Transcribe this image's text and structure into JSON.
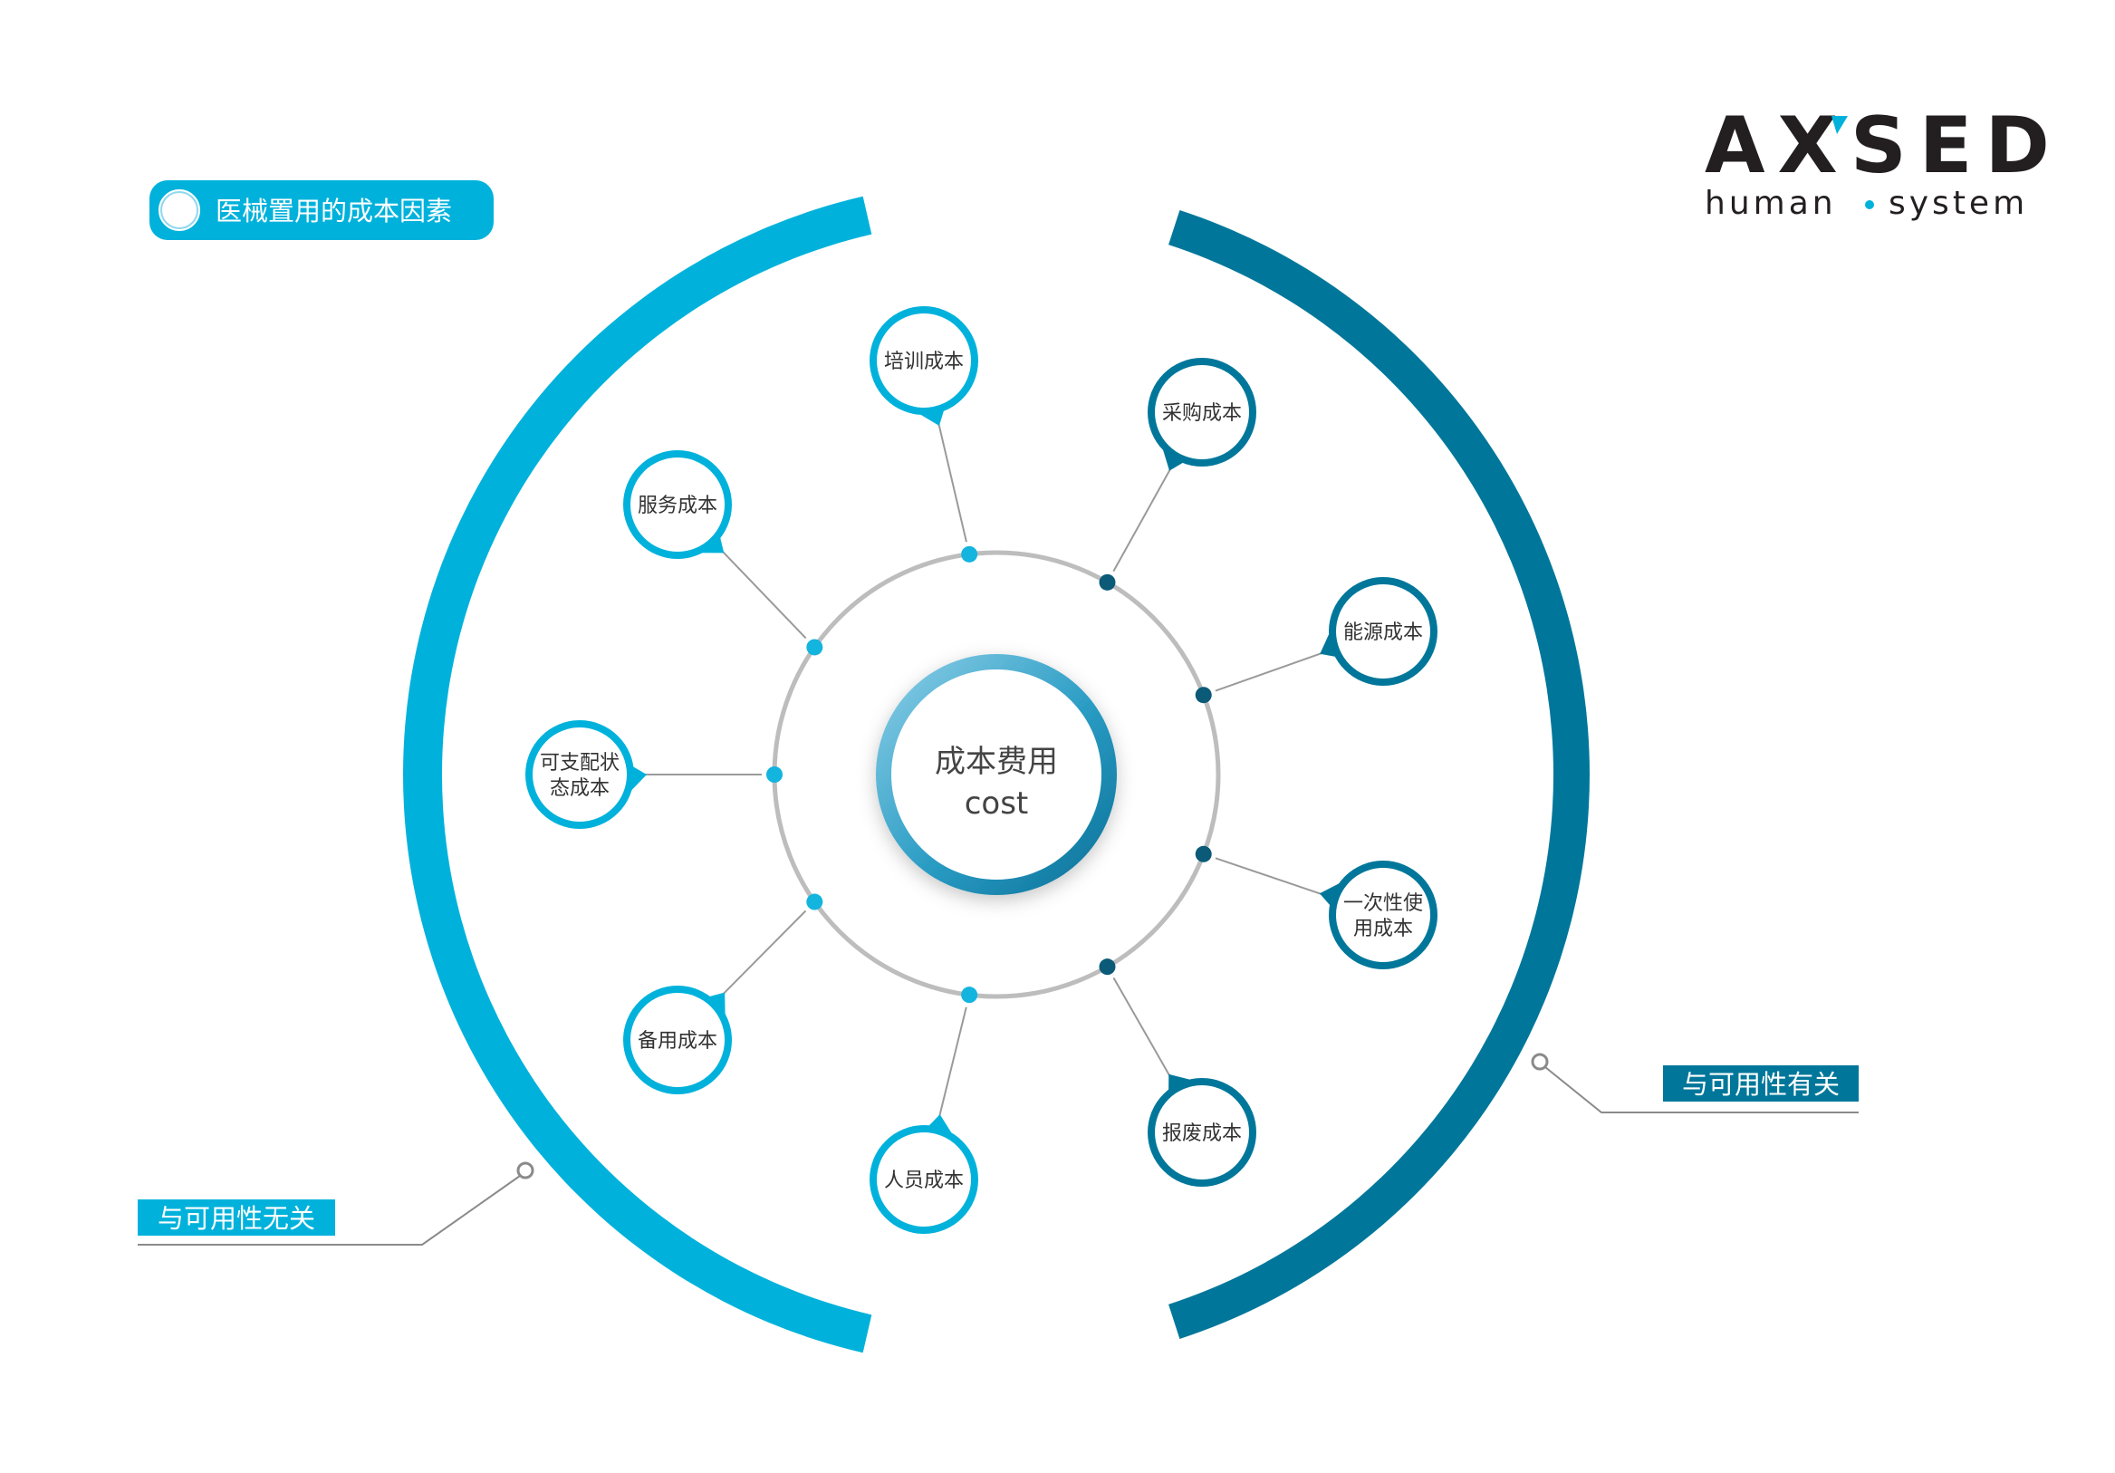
{
  "colors": {
    "light_blue": "#00b2db",
    "dark_teal": "#00779a",
    "ring_gray": "#bdbdbd",
    "line_gray": "#9a9a9a",
    "text": "#333333"
  },
  "title_tag": {
    "label": "医械置用的成本因素"
  },
  "logo": {
    "brand": "AXSED",
    "tagline_left": "human",
    "tagline_right": "system"
  },
  "center": {
    "label_cn": "成本费用",
    "label_en": "cost"
  },
  "groups": {
    "left": {
      "label": "与可用性无关",
      "color": "light_blue"
    },
    "right": {
      "label": "与可用性有关",
      "color": "dark_teal"
    }
  },
  "nodes": [
    {
      "id": "training",
      "lines": [
        "培训成本"
      ],
      "group": "left"
    },
    {
      "id": "service",
      "lines": [
        "服务成本"
      ],
      "group": "left"
    },
    {
      "id": "dispatch",
      "lines": [
        "可支配状",
        "态成本"
      ],
      "group": "left"
    },
    {
      "id": "standby",
      "lines": [
        "备用成本"
      ],
      "group": "left"
    },
    {
      "id": "personnel",
      "lines": [
        "人员成本"
      ],
      "group": "left"
    },
    {
      "id": "purchase",
      "lines": [
        "采购成本"
      ],
      "group": "right"
    },
    {
      "id": "energy",
      "lines": [
        "能源成本"
      ],
      "group": "right"
    },
    {
      "id": "disposable",
      "lines": [
        "一次性使",
        "用成本"
      ],
      "group": "right"
    },
    {
      "id": "scrap",
      "lines": [
        "报废成本"
      ],
      "group": "right"
    }
  ]
}
